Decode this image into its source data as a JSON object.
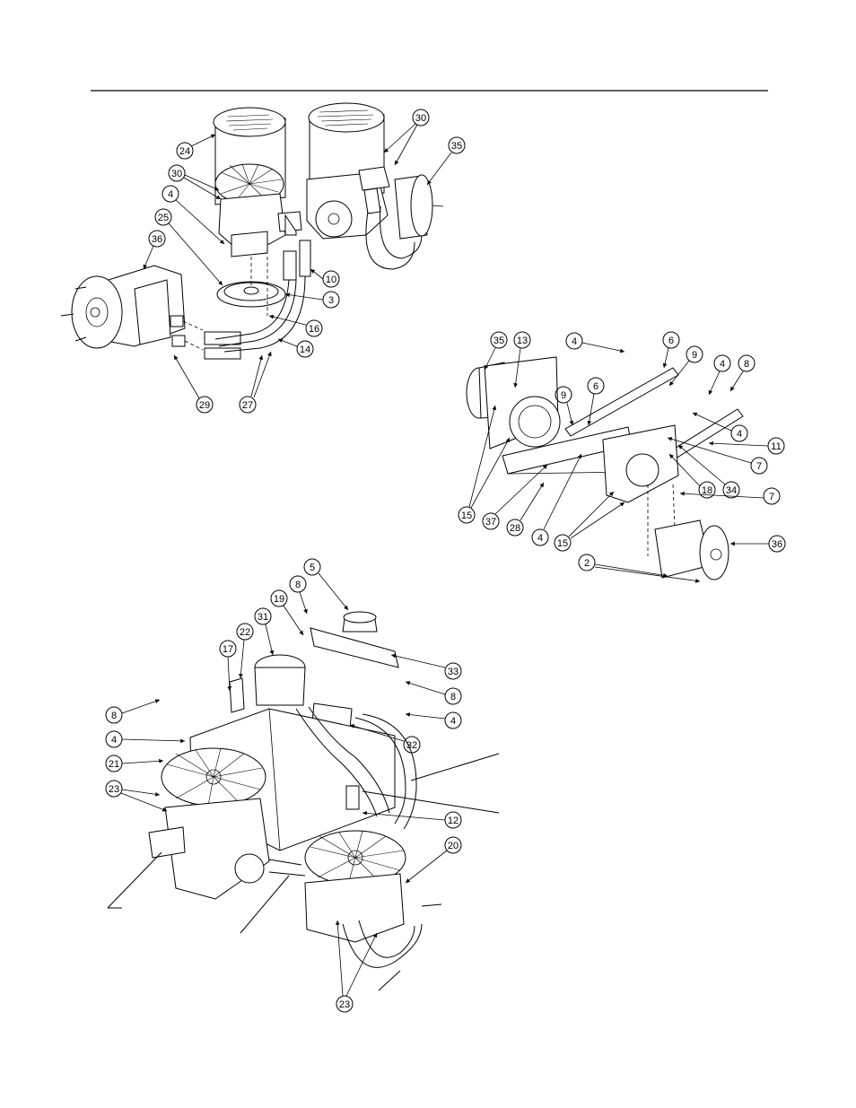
{
  "colors": {
    "ink": "#000000",
    "paper": "#ffffff"
  },
  "views": {
    "upper_left": {
      "callouts": [
        "24",
        "30",
        "30",
        "35",
        "4",
        "25",
        "36",
        "10",
        "3",
        "16",
        "14",
        "29",
        "27"
      ]
    },
    "right": {
      "callouts": [
        "35",
        "13",
        "4",
        "6",
        "9",
        "4",
        "8",
        "9",
        "6",
        "4",
        "11",
        "7",
        "18",
        "34",
        "7",
        "15",
        "37",
        "28",
        "4",
        "15",
        "36",
        "2"
      ]
    },
    "lower": {
      "callouts": [
        "5",
        "8",
        "19",
        "31",
        "22",
        "17",
        "33",
        "8",
        "8",
        "4",
        "4",
        "32",
        "21",
        "23",
        "12",
        "20",
        "23"
      ]
    }
  }
}
